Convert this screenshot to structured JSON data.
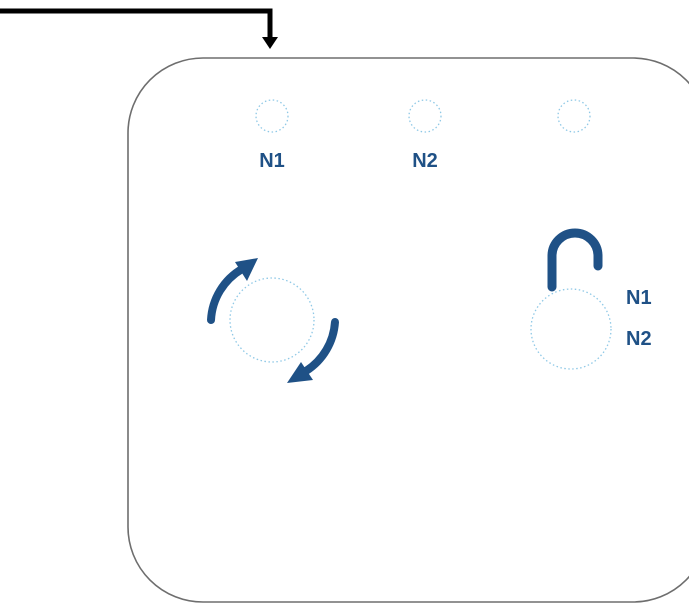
{
  "colors": {
    "accent": "#1f5186",
    "dotted_circle": "#8ec8e6",
    "panel_border": "#6e6e6e",
    "wire": "#000000"
  },
  "indicators": {
    "led1_label": "N1",
    "led2_label": "N2",
    "led3_label": ""
  },
  "icons": {
    "refresh": "refresh-icon",
    "lock": "open-padlock-icon",
    "lock_labels": [
      "N1",
      "N2"
    ]
  }
}
